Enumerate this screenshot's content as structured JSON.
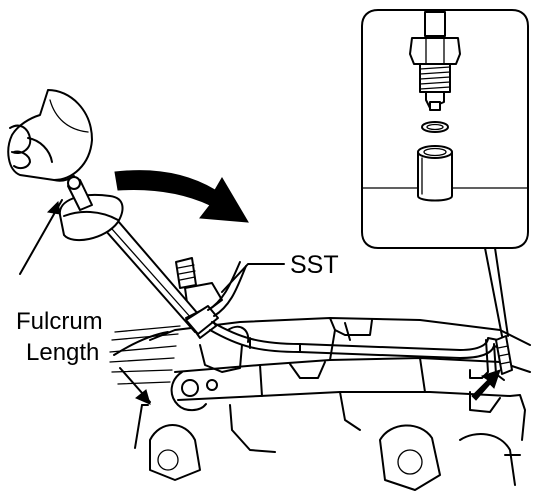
{
  "labels": {
    "sst": "SST",
    "fulcrum_line1": "Fulcrum",
    "fulcrum_line2": "Length"
  },
  "colors": {
    "ink": "#000000",
    "paper": "#ffffff"
  }
}
